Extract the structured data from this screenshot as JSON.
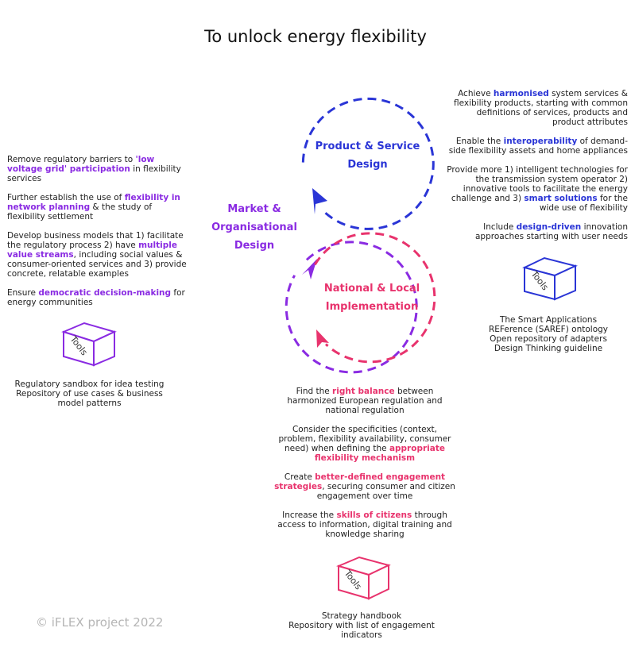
{
  "title": "To unlock energy flexibility",
  "colors": {
    "product": "#2a35d6",
    "market": "#8a2be2",
    "national": "#e8336d"
  },
  "circles": {
    "product": {
      "label_line1": "Product & Service",
      "label_line2": "Design"
    },
    "market": {
      "label_line1": "Market &",
      "label_line2": "Organisational",
      "label_line3": "Design"
    },
    "national": {
      "label_line1": "National & Local",
      "label_line2": "Implementation"
    }
  },
  "right_panel": {
    "item1": {
      "pre": "Achieve ",
      "hl": "harmonised",
      "post": " system services & flexibility products, starting with common definitions of services, products and product attributes"
    },
    "item2": {
      "pre": "Enable the ",
      "hl": "interoperability",
      "post": " of demand-side flexibility assets and home appliances"
    },
    "item3": {
      "pre": "Provide more 1) intelligent technologies for the transmission system operator 2) innovative tools to facilitate the energy challenge and 3) ",
      "hl": "smart solutions",
      "post": " for the wide use of flexibility"
    },
    "item4": {
      "pre": "Include ",
      "hl": "design-driven",
      "post": " innovation approaches starting with user needs"
    },
    "tools_icon_label": "Tools",
    "tools": [
      "The Smart Applications",
      "REFerence (SAREF) ontology",
      "Open repository of adapters",
      "Design Thinking guideline"
    ]
  },
  "left_panel": {
    "item1": {
      "pre": "Remove regulatory barriers to ",
      "hl": "'low voltage grid' participation",
      "post": " in flexibility services"
    },
    "item2": {
      "pre": "Further establish the use of ",
      "hl": "flexibility in network planning",
      "post": " & the study of flexibility settlement"
    },
    "item3": {
      "pre": "Develop business models that 1) facilitate the regulatory process 2) have ",
      "hl": "multiple value streams",
      "post": ", including social values & consumer-oriented services and 3) provide concrete, relatable examples"
    },
    "item4": {
      "pre": "Ensure ",
      "hl": "democratic decision-making",
      "post": " for energy communities"
    },
    "tools_icon_label": "Tools",
    "tools": [
      "Regulatory sandbox for idea testing",
      "Repository of use cases & business",
      "model patterns"
    ]
  },
  "bottom_panel": {
    "item1": {
      "pre": "Find the ",
      "hl": "right balance",
      "post": " between harmonized European regulation and national regulation"
    },
    "item2": {
      "pre": "Consider the specificities (context, problem, flexibility availability, consumer need) when defining the ",
      "hl": "appropriate flexibility mechanism",
      "post": ""
    },
    "item3": {
      "pre": "Create ",
      "hl": "better-defined engagement strategies",
      "post": ", securing consumer and citizen engagement over time"
    },
    "item4": {
      "pre": "Increase the ",
      "hl": "skills of citizens",
      "post": " through access to information, digital training and knowledge sharing"
    },
    "tools_icon_label": "Tools",
    "tools": [
      "Strategy handbook",
      "Repository with list of engagement",
      "indicators"
    ]
  },
  "footer": "© iFLEX project 2022"
}
